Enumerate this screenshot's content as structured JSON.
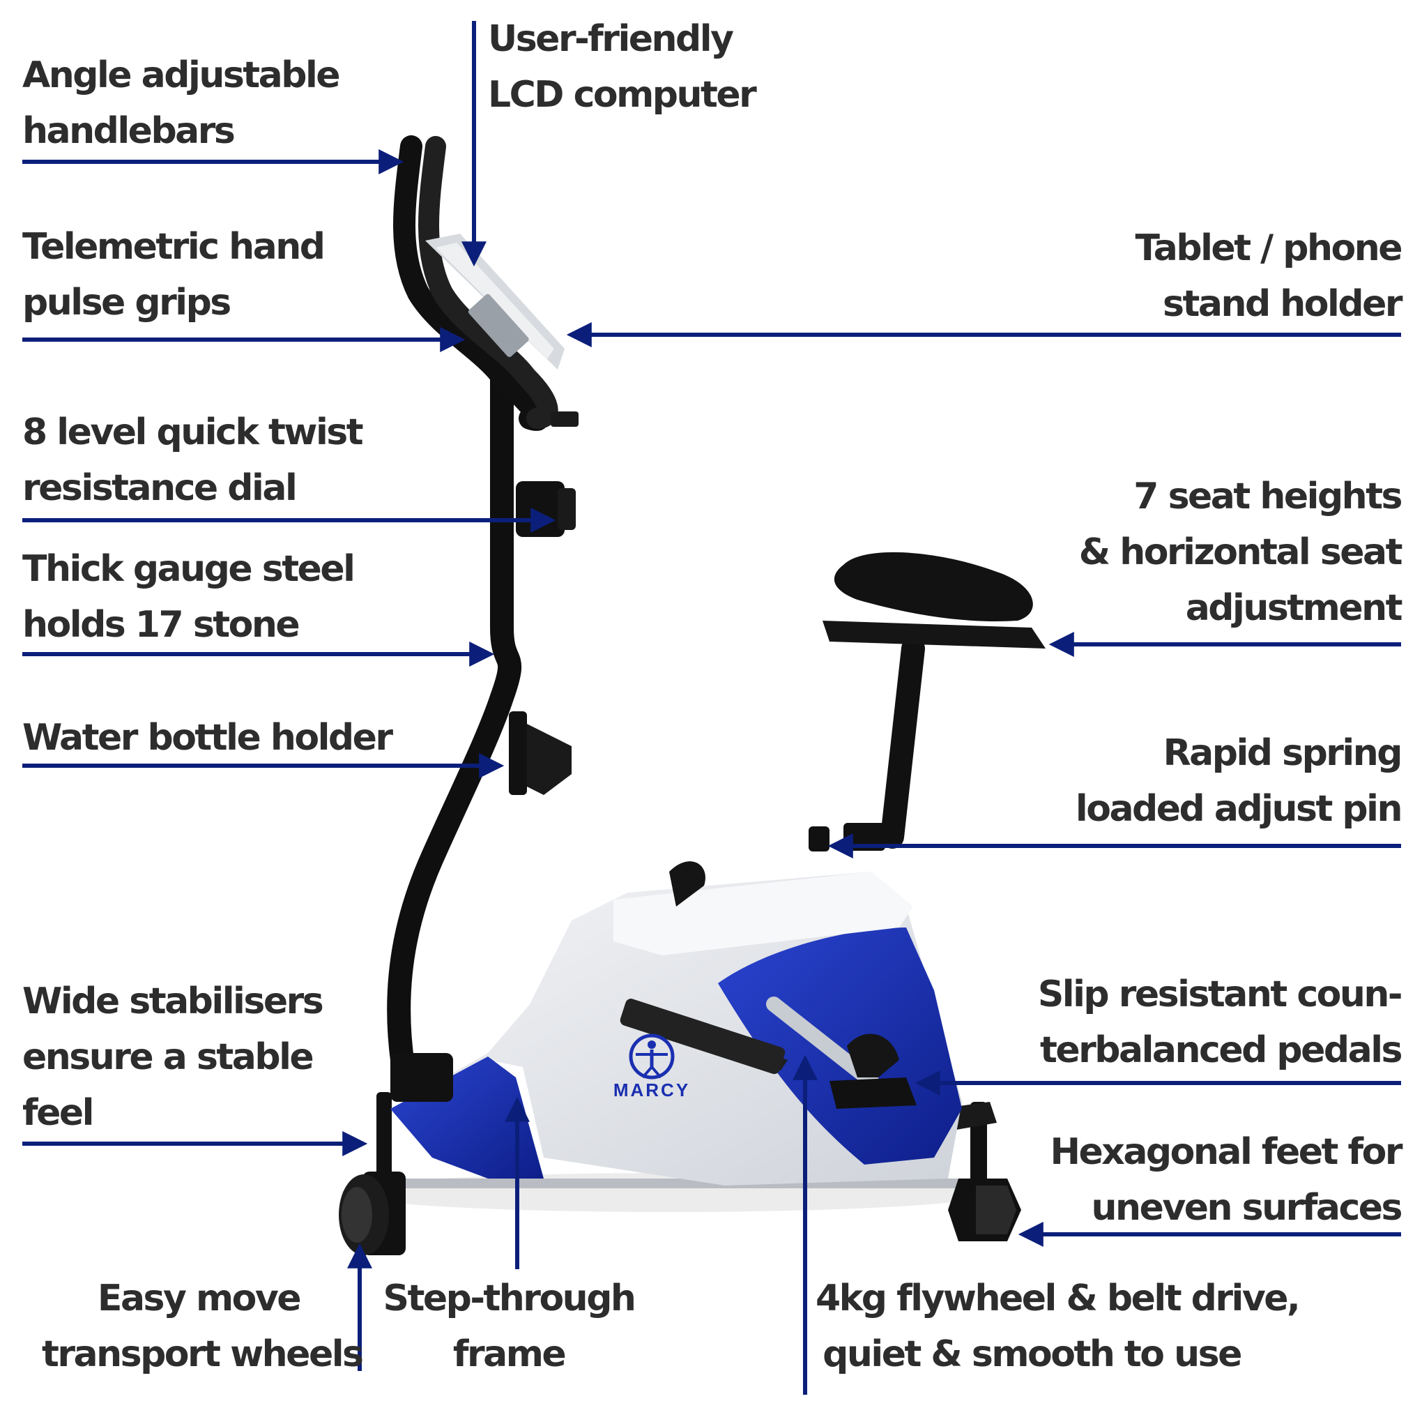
{
  "colors": {
    "arrow": "#0b1f7a",
    "text": "#2d2d2d",
    "frame_black": "#111111",
    "shroud_blue": "#1a2fb0",
    "shroud_silver": "#e6e8ec"
  },
  "product": {
    "brand": "MARCY",
    "brand_icon": "vitruvian-man-logo-icon"
  },
  "callouts": {
    "handlebars": [
      "Angle adjustable",
      "handlebars"
    ],
    "lcd": [
      "User-friendly",
      "LCD computer"
    ],
    "pulse": [
      "Telemetric hand",
      "pulse grips"
    ],
    "tablet": [
      "Tablet / phone",
      "stand holder"
    ],
    "resistance": [
      "8 level quick twist",
      "resistance dial"
    ],
    "seat": [
      "7 seat heights",
      "& horizontal seat",
      "adjustment"
    ],
    "steel": [
      "Thick gauge steel",
      "holds 17 stone"
    ],
    "bottle": [
      "Water bottle holder"
    ],
    "pin": [
      "Rapid spring",
      "loaded adjust pin"
    ],
    "stabilisers": [
      "Wide stabilisers",
      "ensure a stable",
      "feel"
    ],
    "pedals": [
      "Slip resistant coun-",
      "terbalanced pedals"
    ],
    "feet": [
      "Hexagonal feet for",
      "uneven surfaces"
    ],
    "wheels": [
      "Easy move",
      "transport wheels"
    ],
    "step": [
      "Step-through",
      "frame"
    ],
    "flywheel": [
      "4kg flywheel & belt drive,",
      "quiet & smooth to use"
    ]
  }
}
